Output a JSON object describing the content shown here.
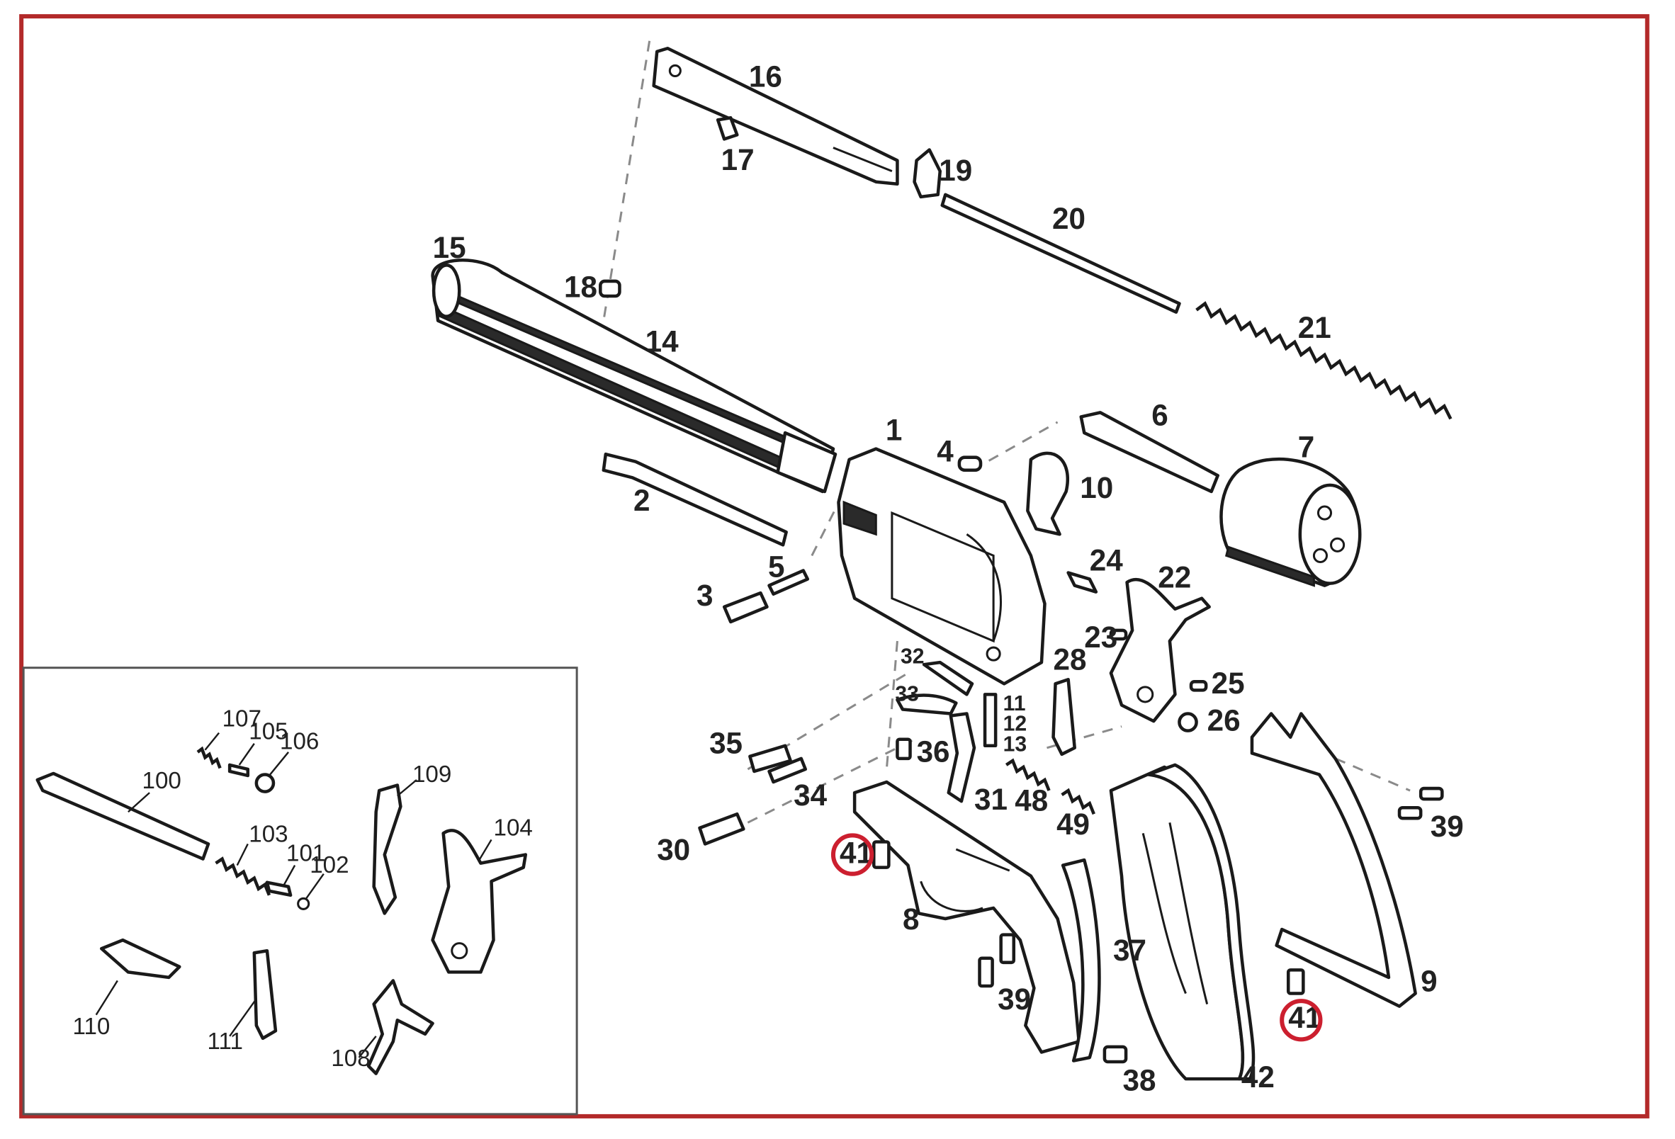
{
  "parts": [
    {
      "id": "p1",
      "label": "1"
    },
    {
      "id": "p2",
      "label": "2"
    },
    {
      "id": "p3",
      "label": "3"
    },
    {
      "id": "p4",
      "label": "4"
    },
    {
      "id": "p5",
      "label": "5"
    },
    {
      "id": "p6",
      "label": "6"
    },
    {
      "id": "p7",
      "label": "7"
    },
    {
      "id": "p8",
      "label": "8"
    },
    {
      "id": "p9",
      "label": "9"
    },
    {
      "id": "p10",
      "label": "10"
    },
    {
      "id": "p11",
      "label": "11"
    },
    {
      "id": "p12",
      "label": "12"
    },
    {
      "id": "p13",
      "label": "13"
    },
    {
      "id": "p14",
      "label": "14"
    },
    {
      "id": "p15",
      "label": "15"
    },
    {
      "id": "p16",
      "label": "16"
    },
    {
      "id": "p17",
      "label": "17"
    },
    {
      "id": "p18",
      "label": "18"
    },
    {
      "id": "p19",
      "label": "19"
    },
    {
      "id": "p20",
      "label": "20"
    },
    {
      "id": "p21",
      "label": "21"
    },
    {
      "id": "p22",
      "label": "22"
    },
    {
      "id": "p23",
      "label": "23"
    },
    {
      "id": "p24",
      "label": "24"
    },
    {
      "id": "p25",
      "label": "25"
    },
    {
      "id": "p26",
      "label": "26"
    },
    {
      "id": "p28",
      "label": "28"
    },
    {
      "id": "p30",
      "label": "30"
    },
    {
      "id": "p31",
      "label": "31"
    },
    {
      "id": "p32",
      "label": "32"
    },
    {
      "id": "p33",
      "label": "33"
    },
    {
      "id": "p34",
      "label": "34"
    },
    {
      "id": "p35",
      "label": "35"
    },
    {
      "id": "p36",
      "label": "36"
    },
    {
      "id": "p37",
      "label": "37"
    },
    {
      "id": "p38",
      "label": "38"
    },
    {
      "id": "p39a",
      "label": "39"
    },
    {
      "id": "p39b",
      "label": "39"
    },
    {
      "id": "p41a",
      "label": "41"
    },
    {
      "id": "p41b",
      "label": "41"
    },
    {
      "id": "p42",
      "label": "42"
    },
    {
      "id": "p48",
      "label": "48"
    },
    {
      "id": "p49",
      "label": "49"
    }
  ],
  "inset_parts": [
    {
      "id": "i100",
      "label": "100"
    },
    {
      "id": "i101",
      "label": "101"
    },
    {
      "id": "i102",
      "label": "102"
    },
    {
      "id": "i103",
      "label": "103"
    },
    {
      "id": "i104",
      "label": "104"
    },
    {
      "id": "i105",
      "label": "105"
    },
    {
      "id": "i106",
      "label": "106"
    },
    {
      "id": "i107",
      "label": "107"
    },
    {
      "id": "i108",
      "label": "108"
    },
    {
      "id": "i109",
      "label": "109"
    },
    {
      "id": "i110",
      "label": "110"
    },
    {
      "id": "i111",
      "label": "111"
    }
  ],
  "highlighted": [
    "41"
  ],
  "colors": {
    "frame_border": "#b32a2a",
    "highlight_circle": "#cc1f2f",
    "line_art": "#1a1a1a"
  }
}
